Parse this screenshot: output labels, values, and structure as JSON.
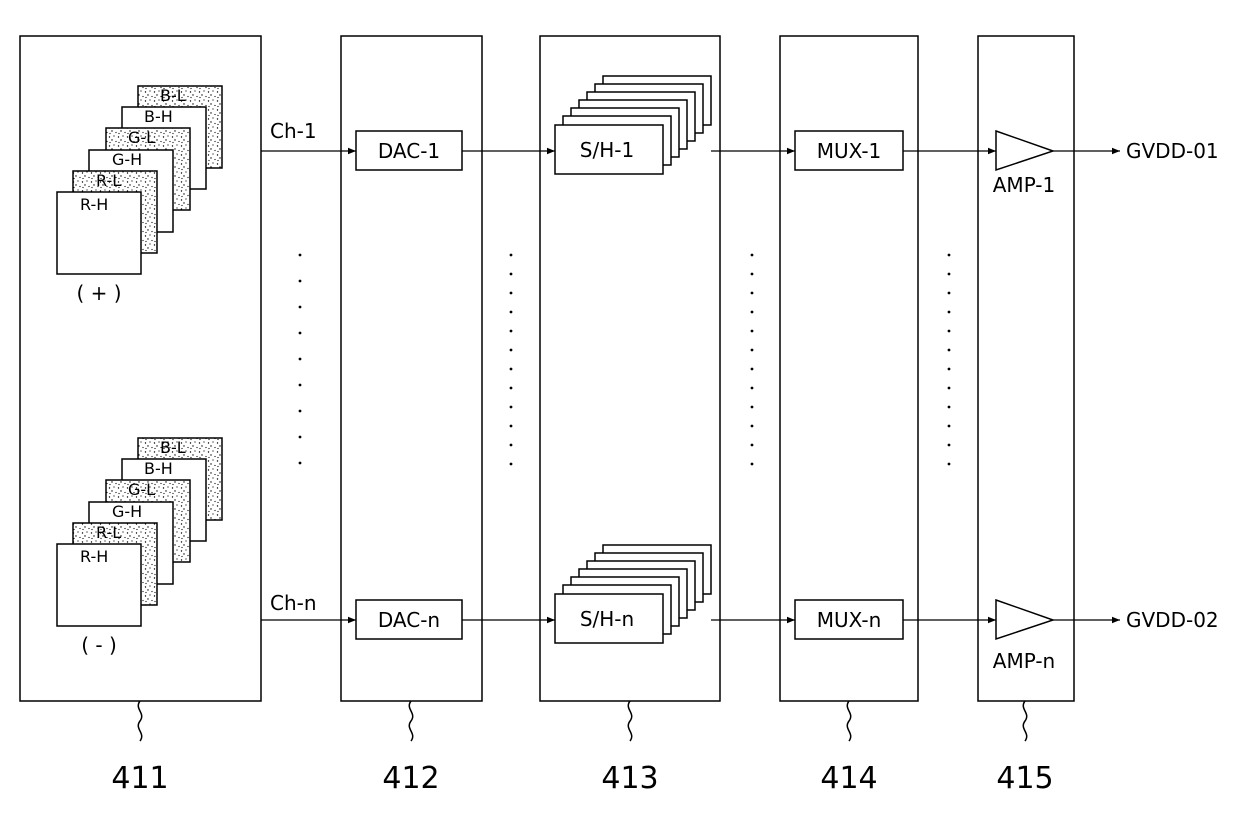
{
  "ref_labels": [
    "411",
    "412",
    "413",
    "414",
    "415"
  ],
  "memory_groups": {
    "positive": {
      "caption": "( + )",
      "layers": [
        "R-H",
        "R-L",
        "G-H",
        "G-L",
        "B-H",
        "B-L"
      ]
    },
    "negative": {
      "caption": "( - )",
      "layers": [
        "R-H",
        "R-L",
        "G-H",
        "G-L",
        "B-H",
        "B-L"
      ]
    }
  },
  "channels": [
    {
      "ch": "Ch-1",
      "dac": "DAC-1",
      "sh": "S/H-1",
      "mux": "MUX-1",
      "amp": "AMP-1",
      "out": "GVDD-01"
    },
    {
      "ch": "Ch-n",
      "dac": "DAC-n",
      "sh": "S/H-n",
      "mux": "MUX-n",
      "amp": "AMP-n",
      "out": "GVDD-02"
    }
  ]
}
